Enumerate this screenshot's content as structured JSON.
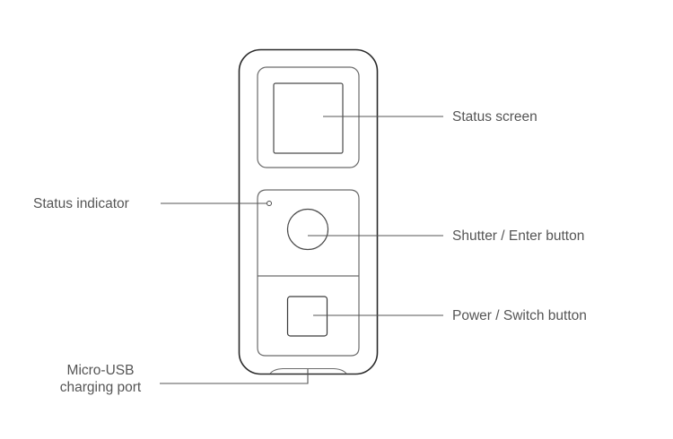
{
  "colors": {
    "outline_dark": "#2a2a2a",
    "outline": "#6a6a6a",
    "leader_line": "#555555",
    "label_text": "#555555"
  },
  "labels": {
    "status_screen": "Status screen",
    "status_indicator": "Status indicator",
    "shutter_enter_button": "Shutter / Enter button",
    "power_switch_button": "Power / Switch button",
    "micro_usb_line1": "Micro-USB",
    "micro_usb_line2": "charging port"
  }
}
